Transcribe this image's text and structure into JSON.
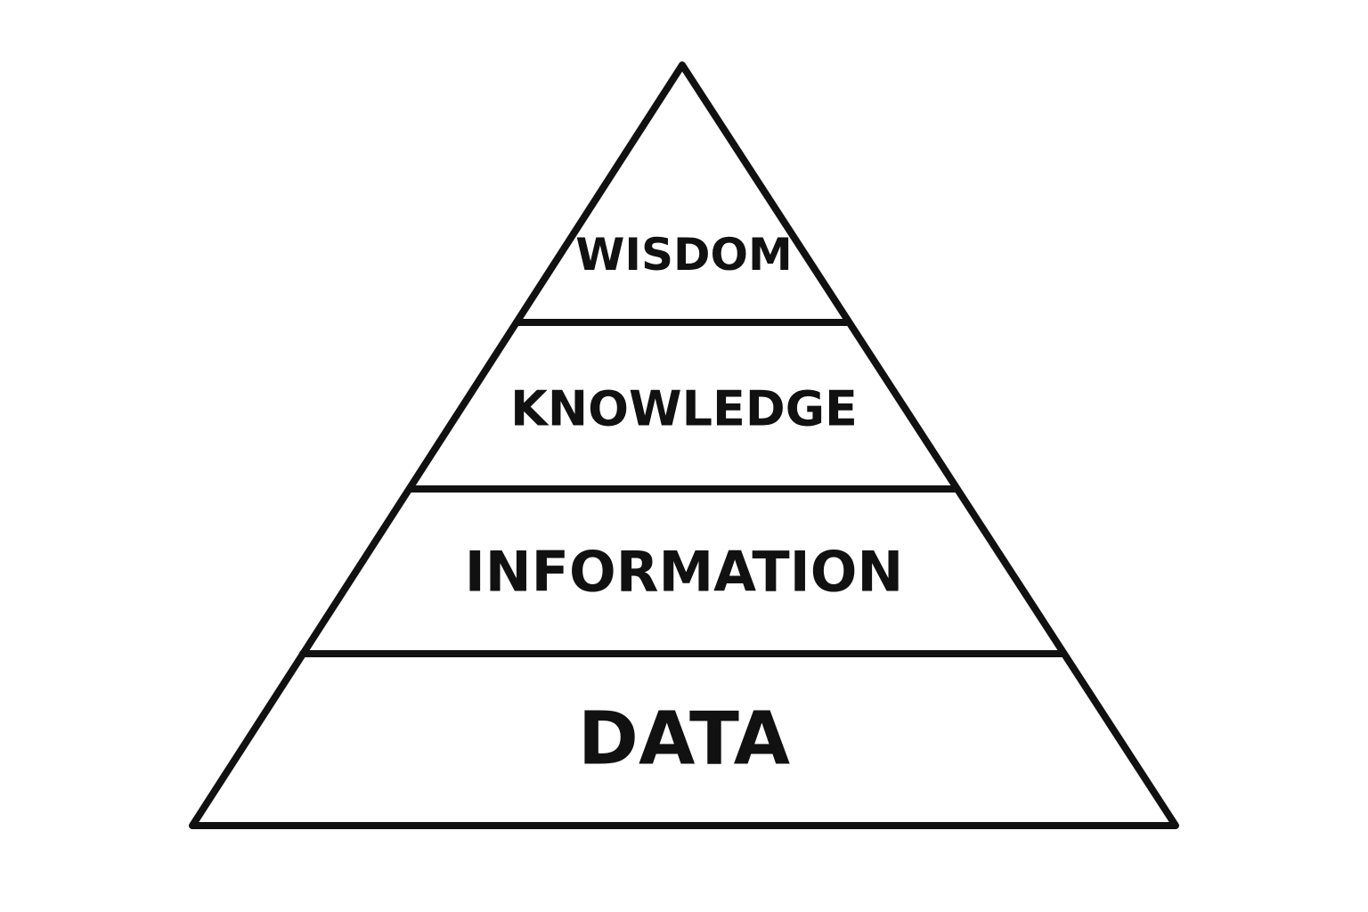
{
  "diagram": {
    "tiers": [
      {
        "label": "WISDOM"
      },
      {
        "label": "KNOWLEDGE"
      },
      {
        "label": "INFORMATION"
      },
      {
        "label": "DATA"
      }
    ],
    "stroke_color": "#111111",
    "text_color": "#111111",
    "background_color": "#ffffff"
  }
}
